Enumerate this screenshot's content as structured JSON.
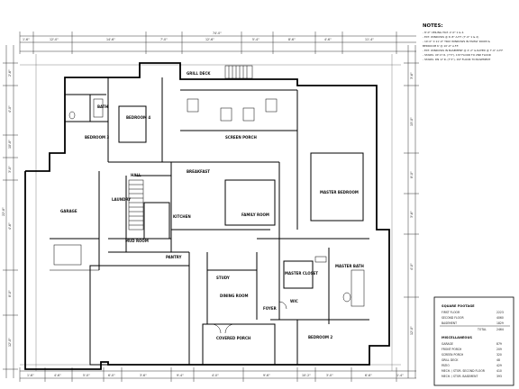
{
  "notes": {
    "title": "NOTES:",
    "lines": [
      "- 8'-0\" CEILING HGT. 2'-0\" 1 & 2.",
      "- EXT. WINDOWS @ 6'-8\" A.F.F. (7'-0\" 1 & 2)",
      "- 10'-0\" X 11'-0\" TRAY WINDOWS IN FAMILY ROOM &",
      "  BEDROOM 6' @ 10'-0\" A.F.F.",
      "- EXT. WINDOWS IN BASEMENT @ 2'-2\" & RATED @ 7'-0\" A.F.F.",
      "- STAIRS: UP 17 R. (7'3\"), 1ST FLOOR TO 2ND FLOOR",
      "- STAIRS: DN 17 R. (7'3\"), 1ST FLOOR TO BASEMENT"
    ]
  },
  "rooms": {
    "grill": "GRILL DECK",
    "bath_upper": "BATH",
    "bedroom4": "BEDROOM 4",
    "bedroom3": "BEDROOM 3",
    "screen_porch": "SCREEN PORCH",
    "breakfast": "BREAKFAST",
    "kitchen": "KITCHEN",
    "family_room": "FAMILY ROOM",
    "master_bedroom": "MASTER BEDROOM",
    "garage": "GARAGE",
    "laundry": "LAUNDRY",
    "hall": "HALL",
    "mud_room": "MUD ROOM",
    "master_closet": "MASTER CLOSET",
    "master_bath": "MASTER BATH",
    "study": "STUDY",
    "dining": "DINING ROOM",
    "foyer": "FOYER",
    "covered_porch": "COVERED PORCH",
    "bedroom2": "BEDROOM 2",
    "wic": "WIC",
    "pantry": "PANTRY"
  },
  "sqft": {
    "title": "SQUARE FOOTAGE",
    "rows": [
      {
        "label": "FIRST FLOOR",
        "value": "2223"
      },
      {
        "label": "SECOND FLOOR",
        "value": "4060"
      },
      {
        "label": "BASEMENT",
        "value": "1829"
      },
      {
        "label": "TOTAL",
        "value": "2464"
      }
    ],
    "misc_title": "MISCELLANEOUS",
    "misc_rows": [
      {
        "label": "GARAGE",
        "value": "879"
      },
      {
        "label": "FRONT PORCH",
        "value": "209"
      },
      {
        "label": "SCREEN PORCH",
        "value": "320"
      },
      {
        "label": "GRILL DECK",
        "value": "48"
      },
      {
        "label": "PATIO",
        "value": "429"
      },
      {
        "label": "MECH. / STOR. SECOND FLOOR",
        "value": "410"
      },
      {
        "label": "MECH. / STOR. BASEMENT",
        "value": "393"
      }
    ]
  },
  "dims": {
    "top_total": "74'-0\"",
    "top": [
      "1'-6\"",
      "12'-0\"",
      "14'-6\"",
      "7'-0\"",
      "12'-6\"",
      "5'-4\"",
      "8'-6\"",
      "4'-6\"",
      "11'-4\""
    ],
    "bottom": [
      "1'-6\"",
      "4'-6\"",
      "5'-0\"",
      "6'-0\"",
      "3'-6\"",
      "9'-4\"",
      "4'-0\"",
      "9'-6\"",
      "10'-2\"",
      "3'-0\"",
      "6'-6\"",
      "1'-4\""
    ],
    "left": [
      "2'-6\"",
      "4'-0\"",
      "10'-8\"",
      "3'-0\"",
      "4'-6\"",
      "22'-8\"",
      "8'-0\"",
      "12'-0\""
    ],
    "right": [
      "3'-6\"",
      "15'-0\"",
      "8'-0\"",
      "3'-6\"",
      "4'-0\"",
      "12'-0\""
    ]
  }
}
